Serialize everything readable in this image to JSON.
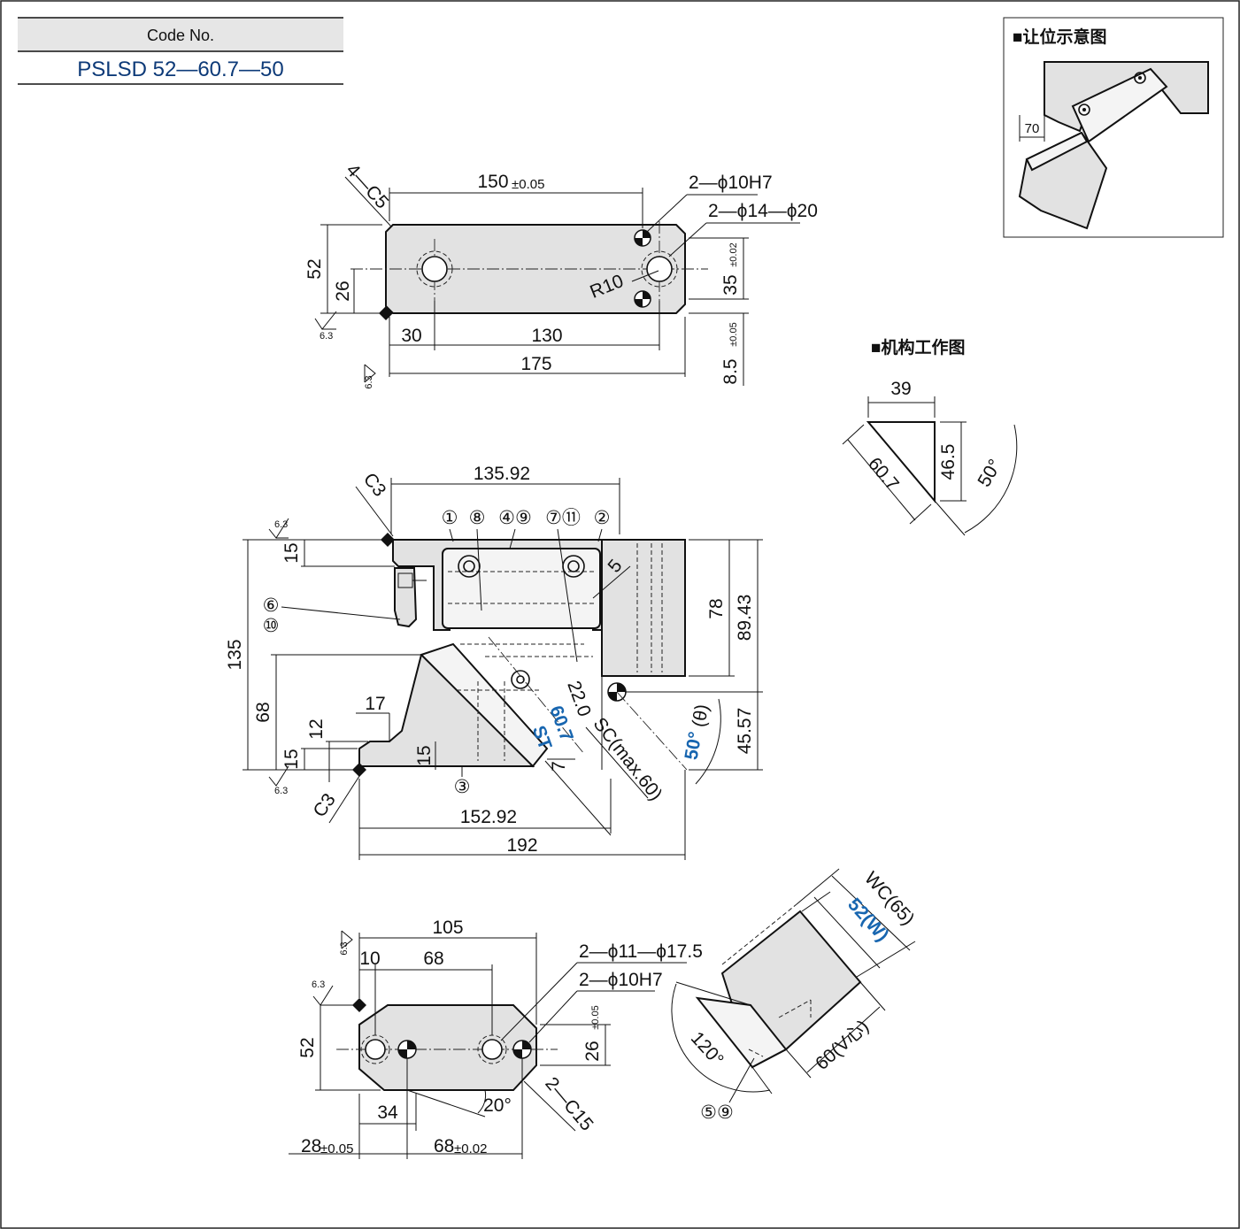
{
  "code_block": {
    "title": "Code No.",
    "value": "PSLSD 52—60.7—50"
  },
  "sections": {
    "clearance_diagram": "■让位示意图",
    "mechanism_diagram": "■机构工作图"
  },
  "clearance": {
    "dim_70": "70"
  },
  "mechanism": {
    "d39": "39",
    "d60_7": "60.7",
    "d46_5": "46.5",
    "angle": "50°"
  },
  "top_view": {
    "chamfer": "4—C5",
    "d150": "150",
    "tol150": "±0.05",
    "hole_pin": "2—ϕ10H7",
    "hole_cb": "2—ϕ14—ϕ20",
    "d52": "52",
    "d26": "26",
    "r10": "R10",
    "d35": "35",
    "tol35": "±0.02",
    "d30": "30",
    "d130": "130",
    "d175": "175",
    "d8_5": "8.5",
    "tol8_5": "±0.05",
    "rough": "6.3"
  },
  "front_view": {
    "c3_top": "C3",
    "d135_92": "135.92",
    "callouts": [
      "①",
      "⑧",
      "④⑨",
      "⑦⑪",
      "②"
    ],
    "callout_6_10": [
      "⑥",
      "⑩"
    ],
    "callout_3": "③",
    "d15_top": "15",
    "d5": "5",
    "d78": "78",
    "d89_43": "89.43",
    "d135": "135",
    "d68": "68",
    "d17": "17",
    "d12": "12",
    "d15_bot": "15",
    "d15_inner": "15",
    "d22_0": "22.0",
    "d60_7": "60.7",
    "st": "ST",
    "sc": "SC(max.60)",
    "d7": "7",
    "angle": "50°",
    "theta": "(θ)",
    "d45_57": "45.57",
    "c3_bot": "C3",
    "d152_92": "152.92",
    "d192": "192",
    "rough": "6.3"
  },
  "bottom_view": {
    "d105": "105",
    "d10": "10",
    "d68": "68",
    "hole_cb": "2—ϕ11—ϕ17.5",
    "hole_pin": "2—ϕ10H7",
    "d52": "52",
    "d26": "26",
    "tol26": "±0.05",
    "d34": "34",
    "angle20": "20°",
    "chamfer": "2—C15",
    "d28": "28",
    "tol28": "±0.05",
    "d68b": "68",
    "tol68": "±0.02",
    "rough": "6.3"
  },
  "iso_view": {
    "wc": "WC(65)",
    "w": "52(W)",
    "v": "60(V心)",
    "angle": "120°",
    "callout": "⑤⑨"
  }
}
